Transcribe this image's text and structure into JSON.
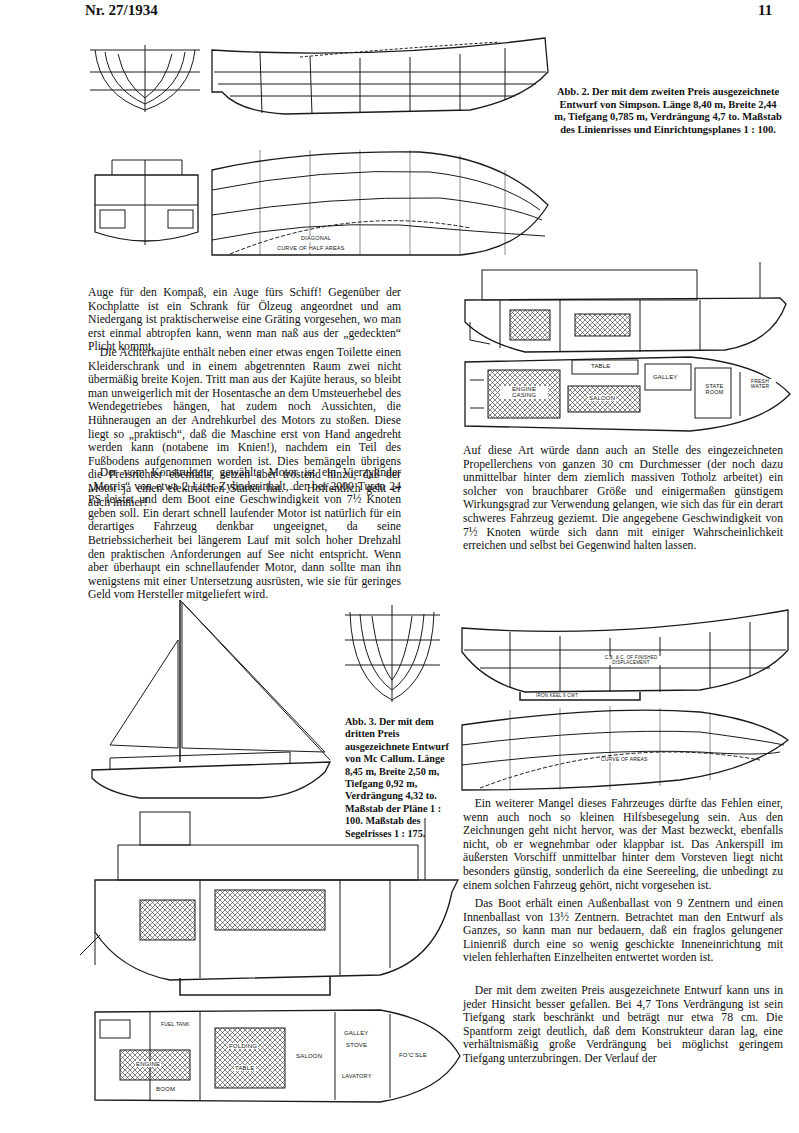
{
  "diagram": {
    "labels": [
      "Nr. 27/1934",
      "11",
      "Abb. 2. Der mit dem zweiten Preis ausgezeichnete Entwurf von Simpson. Länge 8,40 m, Breite 2,44 m, Tiefgang 0,785 m, Verdrängung 4,7 to. Maßstab des Linienrisses und Einrichtungsplanes 1 : 100.",
      "DIAGONAL",
      "CURVE OF HALF AREAS",
      "Auge für den Kompaß, ein Auge fürs Schiff! Gegenüber der Kochplatte ist ein Schrank für Ölzeug angeordnet und am Niedergang ist praktischerweise eine Gräting vorgesehen, wo man erst einmal abtropfen kann, wenn man naß aus der „gedeckten“ Plicht kommt.",
      "Die Achterkajüte enthält neben einer etwas engen Toilette einen Kleiderschrank und in einem abgetrennten Raum zwei nicht übermäßig breite Kojen. Tritt man aus der Kajüte heraus, so bleibt man unweigerlich mit der Hosentasche an dem Umsteuerhebel des Wendegetriebes hängen, hat zudem noch Aussichten, die Hühneraugen an der Andrehkurbel des Motors zu stoßen. Diese liegt so „praktisch“, daß die Maschine erst von Hand angedreht werden kann (notabene im Knien!), nachdem ein Teil des Fußbodens aufgenommen worden ist. Dies bemängeln übrigens die Preisrichter ebenfalls, setzen aber tröstend hinzu, daß der Motor ja einen elektrischen Starter hat. — Hoffentlich geht er auch immer!",
      "Der vom Konstrukteur gewählte Motor ist ein Vierzylinder „Morris“ von etwa 2 Liter Zylinderinhalt, der bei 2000 Turen 24 PS leistet und dem Boot eine Geschwindigkeit von 7½ Knoten geben soll. Ein derart schnell laufender Motor ist natürlich für ein derartiges Fahrzeug denkbar ungeeignet, da seine Betriebssicherheit bei längerem Lauf mit solch hoher Drehzahl den praktischen Anforderungen auf See nicht entspricht. Wenn aber überhaupt ein schnellaufender Motor, dann sollte man ihn wenigstens mit einer Untersetzung ausrüsten, wie sie für geringes Geld vom Hersteller mitgeliefert wird.",
      "ENGINE CASING",
      "TABLE",
      "SALOON",
      "GALLEY",
      "STATE ROOM",
      "FRESH WATER",
      "Auf diese Art würde dann auch an Stelle des eingezeichneten Propellerchens von ganzen 30 cm Durchmesser (der noch dazu unmittelbar hinter dem ziemlich massiven Totholz arbeitet) ein solcher von brauchbarer Größe und einigermaßen günstigem Wirkungsgrad zur Verwendung gelangen, wie sich das für ein derart schweres Fahrzeug geziemt. Die angegebene Geschwindigkeit von 7½ Knoten würde sich dann mit einiger Wahrscheinlichkeit erreichen und selbst bei Gegenwind halten lassen.",
      "Abb. 3. Der mit dem dritten Preis ausgezeichnete Entwurf von Mc Callum. Länge 8,45 m, Breite 2,50 m, Tiefgang 0,92 m, Verdrängung 4,32 to. Maßstab der Pläne 1 : 100. Maßstab des Segelrisses 1 : 175.",
      "C.B. & C. OF FINISHED DISPLACEMENT",
      "IRON KEEL 9 CWT",
      "CURVE OF AREAS",
      "Ein weiterer Mangel dieses Fahrzeuges dürfte das Fehlen einer, wenn auch noch so kleinen Hilfsbesegelung sein. Aus den Zeichnungen geht nicht hervor, was der Mast bezweckt, ebenfalls nicht, ob er wegnehmbar oder klappbar ist. Das Ankerspill im äußersten Vorschiff unmittelbar hinter dem Vorsteven liegt nicht besonders günstig, sonderlich da eine Seereeling, die unbedingt zu einem solchen Fahrzeug gehört, nicht vorgesehen ist.",
      "Das Boot erhält einen Außenballast von 9 Zentnern und einen Innenballast von 13½ Zentnern. Betrachtet man den Entwurf als Ganzes, so kann man nur bedauern, daß ein fraglos gelungener Linienriß durch eine so wenig geschickte Inneneinrichtung mit vielen fehlerhaften Einzelheiten entwertet worden ist.",
      "Der mit dem zweiten Preis ausgezeichnete Entwurf kann uns in jeder Hinsicht besser gefallen. Bei 4,7 Tons Verdrängung ist sein Tiefgang stark beschränkt und beträgt nur etwa 78 cm. Die Spantform zeigt deutlich, daß dem Konstrukteur daran lag, eine verhältnismäßig große Verdrängung bei möglichst geringem Tiefgang unterzubringen. Der Verlauf der",
      "ENGINE",
      "FOLDING",
      "TABLE",
      "SALOON",
      "GALLEY",
      "STOVE",
      "LAVATORY",
      "FO'C'SLE",
      "BOOM",
      "FUEL TANK"
    ]
  }
}
